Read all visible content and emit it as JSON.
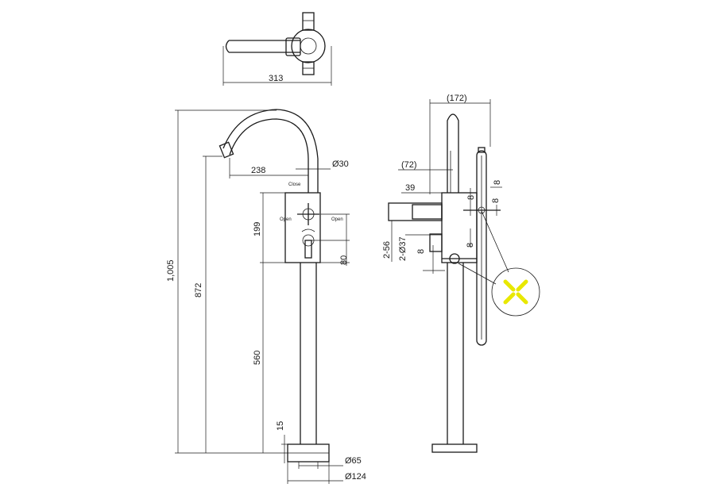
{
  "dimensions": {
    "top_width": "313",
    "total_height": "1,005",
    "spout_height": "872",
    "spout_reach": "238",
    "pipe_dia": "Ø30",
    "body_height": "199",
    "lower_gap": "80",
    "column_height": "560",
    "base_thickness": "15",
    "base_inner_dia": "Ø65",
    "base_outer_dia": "Ø124",
    "side_width": "(172)",
    "side_offset": "(72)",
    "handle_offset": "39",
    "thread": "2-56",
    "hole_dia": "2-Ø37",
    "eight": "8"
  },
  "labels": {
    "close": "Close",
    "open_left": "Open",
    "open_right": "Open"
  },
  "detail": {
    "icon": "cross-handle-detail-icon",
    "accent": "#e8e800"
  }
}
